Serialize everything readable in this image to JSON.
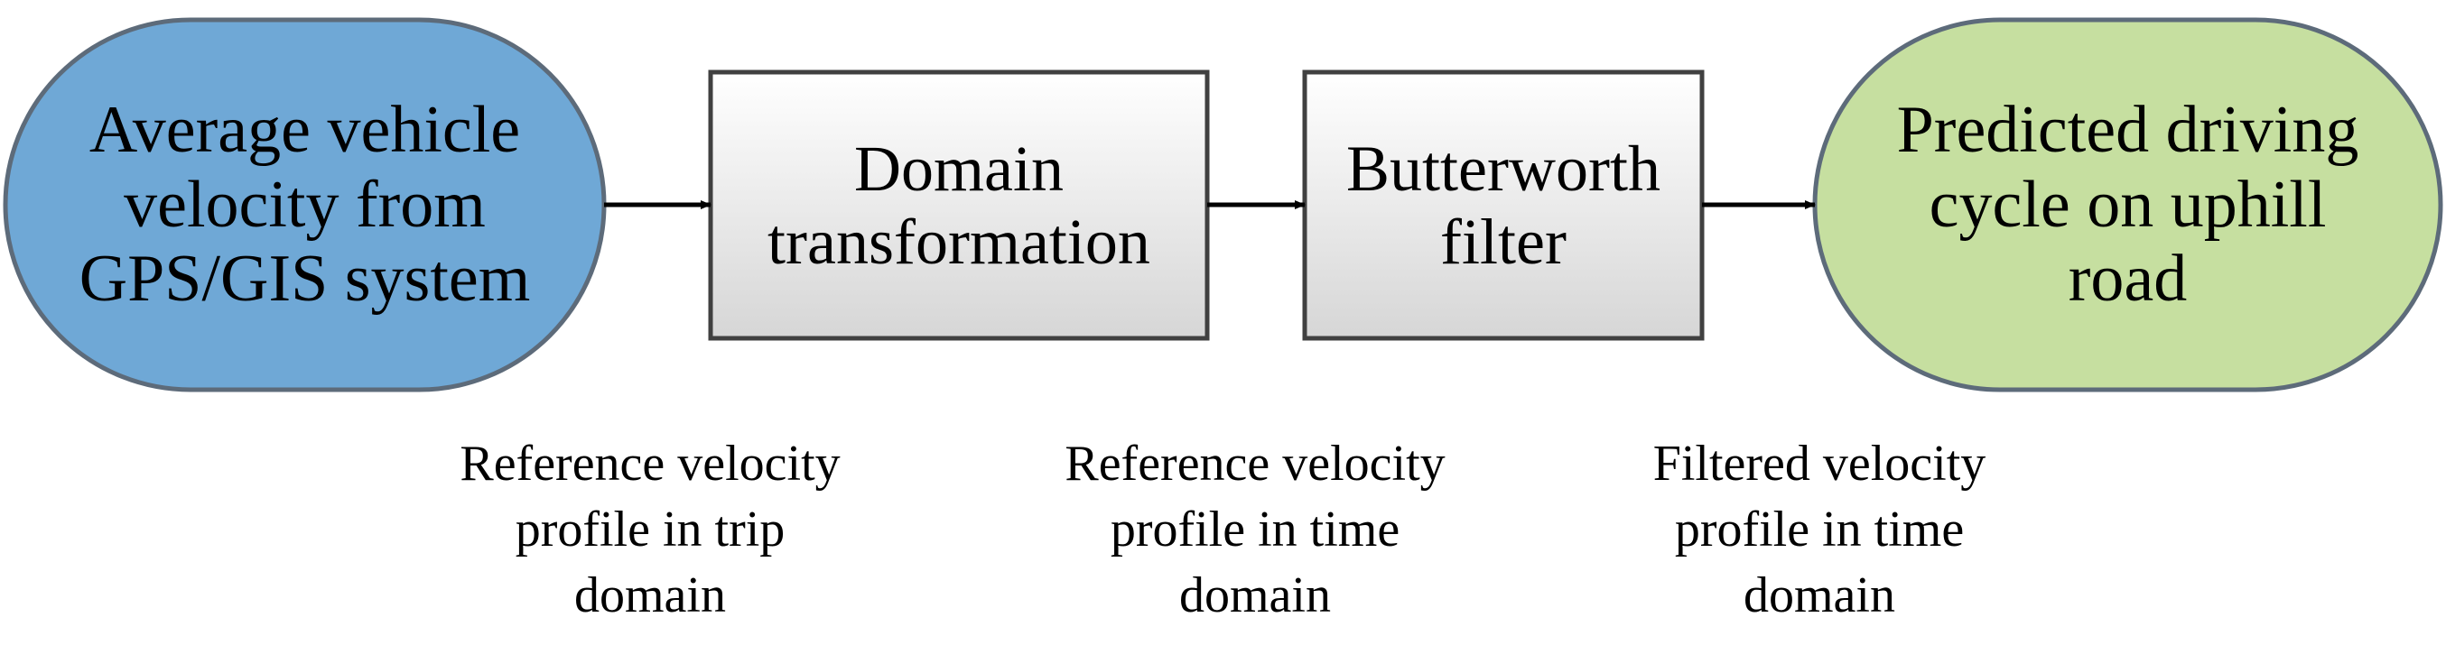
{
  "nodes": {
    "input": {
      "text": "Average vehicle\nvelocity from\nGPS/GIS system",
      "fill": "#6fa8d6",
      "stroke": "#5d6b7a"
    },
    "domain_transformation": {
      "text": "Domain\ntransformation",
      "fill_top": "#ffffff",
      "fill_bottom": "#d6d6d6",
      "stroke": "#404040"
    },
    "butterworth_filter": {
      "text": "Butterworth\nfilter",
      "fill_top": "#ffffff",
      "fill_bottom": "#d6d6d6",
      "stroke": "#404040"
    },
    "output": {
      "text": "Predicted driving\ncycle on uphill\nroad",
      "fill": "#c6dfa0",
      "stroke": "#5d6b7a"
    }
  },
  "captions": {
    "trip_domain": "Reference velocity\nprofile in trip\ndomain",
    "time_domain": "Reference velocity\nprofile in time\ndomain",
    "filtered": "Filtered velocity\nprofile in time\ndomain"
  },
  "edges": [
    {
      "from": "input",
      "to": "domain_transformation"
    },
    {
      "from": "domain_transformation",
      "to": "butterworth_filter"
    },
    {
      "from": "butterworth_filter",
      "to": "output"
    }
  ]
}
